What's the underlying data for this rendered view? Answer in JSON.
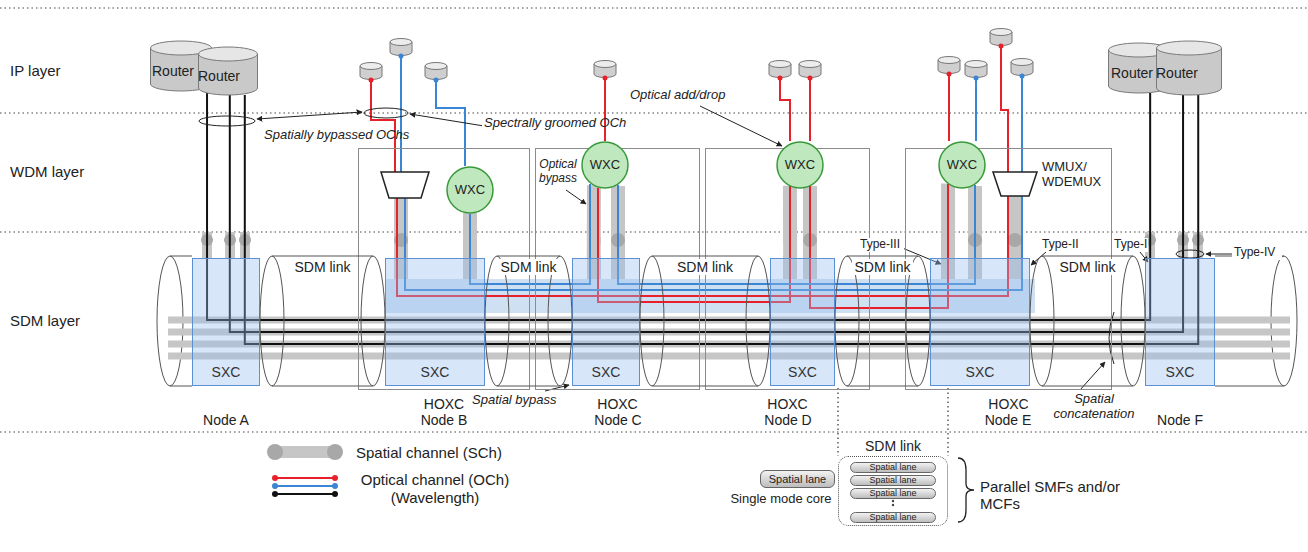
{
  "diagram": {
    "nodes": [
      {
        "text": [
          "Router"
        ]
      },
      {
        "text": [
          "Router"
        ]
      },
      {
        "text": [
          "SXC"
        ]
      },
      {
        "text": [
          "HOXC"
        ]
      },
      {
        "text": [
          "WXC"
        ],
        "in": 3
      },
      {
        "text": [
          "SXC"
        ],
        "in": 3
      },
      {
        "text": [
          "HOXC"
        ]
      },
      {
        "text": [
          "WXC"
        ],
        "in": 6
      },
      {
        "text": [
          "SXC"
        ],
        "in": 6
      },
      {
        "text": [
          "HOXC"
        ]
      },
      {
        "text": [
          "WXC"
        ],
        "in": 9
      },
      {
        "text": [
          "SXC"
        ],
        "in": 9
      },
      {
        "text": [
          "HOXC"
        ]
      },
      {
        "text": [
          "WXC"
        ],
        "in": 12
      },
      {
        "text": [
          "SXC"
        ],
        "in": 12
      },
      {
        "text": [
          "Router"
        ]
      },
      {
        "text": [
          "Router"
        ]
      },
      {
        "text": [
          "SXC"
        ]
      },
      {
        "text": [
          "SDM link"
        ]
      },
      {
        "text": [
          "SDM link"
        ]
      },
      {
        "text": [
          "SDM link"
        ]
      },
      {
        "text": [
          "SDM link"
        ]
      },
      {
        "text": [
          "SDM link"
        ]
      },
      {
        "text": [
          "SDM link"
        ]
      },
      {
        "text": [
          "Spatial lane"
        ],
        "in": 23
      },
      {
        "text": [
          "Spatial lane"
        ],
        "in": 23
      },
      {
        "text": [
          "Spatial lane"
        ],
        "in": 23
      },
      {
        "text": [
          "Spatial lane"
        ],
        "in": 23
      },
      {
        "text": [
          "Spatial lane"
        ]
      }
    ],
    "edges": [
      {
        "from": 0,
        "to": 15,
        "arrow": "none"
      },
      {
        "from": 1,
        "to": 16,
        "arrow": "none"
      },
      {
        "from": 1,
        "to": 16,
        "arrow": "none"
      },
      {
        "from": 4,
        "to": 5,
        "arrow": "none"
      },
      {
        "from": 7,
        "to": 8,
        "arrow": "none"
      },
      {
        "from": 10,
        "to": 11,
        "arrow": "none"
      },
      {
        "from": 13,
        "to": 14,
        "arrow": "none"
      }
    ],
    "labels": [
      "IP layer",
      "WDM layer",
      "SDM layer",
      "Spatially bypassed OChs",
      "Spectrally groomed OCh",
      "Optical add/drop",
      "Optical bypass",
      "WMUX/ WDEMUX",
      "Type-III",
      "Type-II",
      "Type-I",
      "Type-IV",
      "Spatial bypass",
      "Spatial concatenation",
      "Node A",
      "Node B",
      "Node C",
      "Node D",
      "Node E",
      "Node F",
      "Single mode core",
      "Parallel SMFs and/or MCFs"
    ],
    "legend": [
      {
        "text": "Spatial channel (SCh)"
      },
      {
        "text": "Optical channel (OCh) (Wavelength)"
      }
    ]
  }
}
